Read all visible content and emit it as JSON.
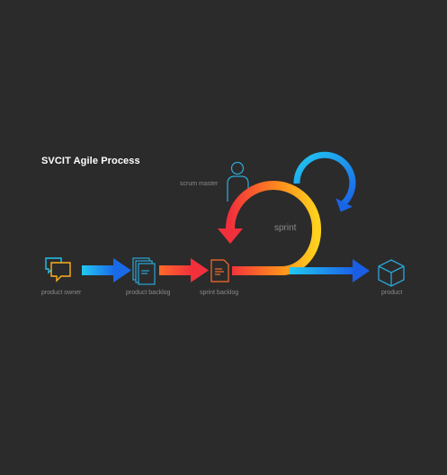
{
  "title": "SVCIT Agile Process",
  "labels": {
    "scrum_master": "scrum master",
    "sprint": "sprint",
    "product_owner": "product owner",
    "product_backlog": "product backlog",
    "sprint_backlog": "sprint backlog",
    "product": "product"
  },
  "icons": {
    "product_owner": "speech-bubbles-icon",
    "product_backlog": "documents-icon",
    "sprint_backlog": "document-icon",
    "scrum_master": "person-icon",
    "product": "cube-icon"
  },
  "colors": {
    "background": "#2b2b2b",
    "blue_light": "#22c4f0",
    "blue_dark": "#1a64e6",
    "orange": "#ff5a2a",
    "red": "#f0303a",
    "yellow": "#ffd21e",
    "icon_blue": "#2aa6d8",
    "label_gray": "#8a8a8a"
  }
}
